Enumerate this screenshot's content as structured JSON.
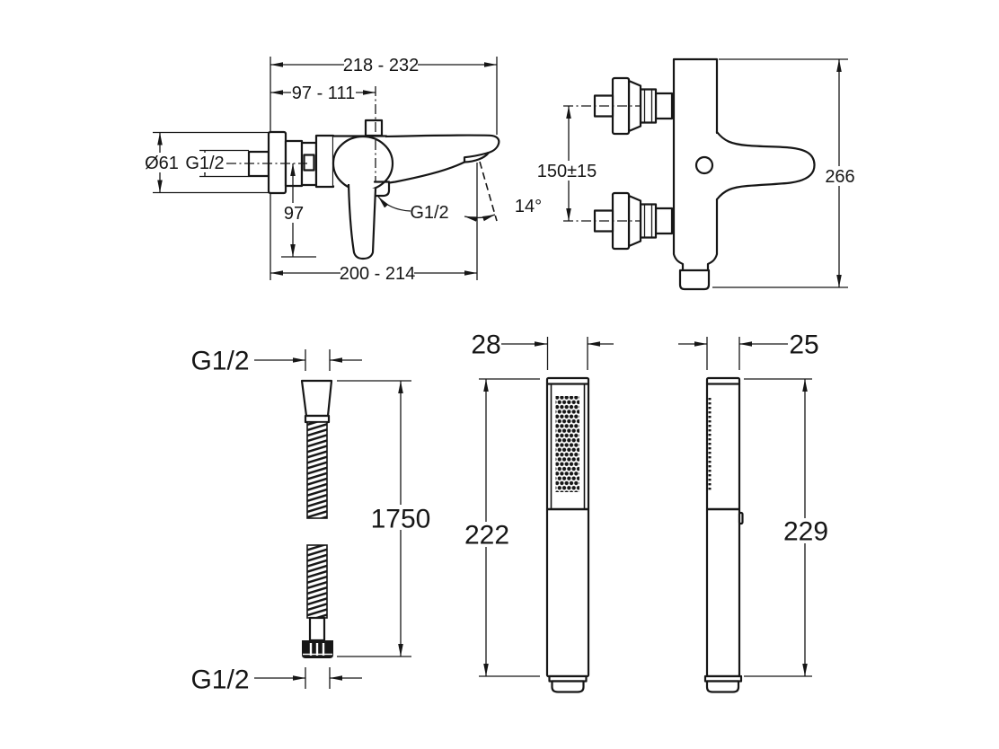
{
  "drawing": {
    "ink_color": "#161616",
    "background_color": "#ffffff"
  },
  "mixer_side_view": {
    "dim_overall_width": "218 - 232",
    "dim_wall_to_diverter": "97 - 111",
    "dim_flange_diameter": "Ø61",
    "dim_inlet_thread": "G1/2",
    "dim_handle_drop": "97",
    "dim_wall_to_outlet": "200 - 214",
    "dim_hose_outlet_thread": "G1/2",
    "dim_spout_angle": "14°"
  },
  "mixer_plan_view": {
    "dim_inlet_spacing": "150±15",
    "dim_overall_length": "266"
  },
  "shower_hose": {
    "dim_top_thread": "G1/2",
    "dim_bottom_thread": "G1/2",
    "dim_length": "1750"
  },
  "handshower_front_view": {
    "dim_head_width": "28",
    "dim_length": "222"
  },
  "handshower_side_view": {
    "dim_head_depth": "25",
    "dim_length": "229"
  }
}
